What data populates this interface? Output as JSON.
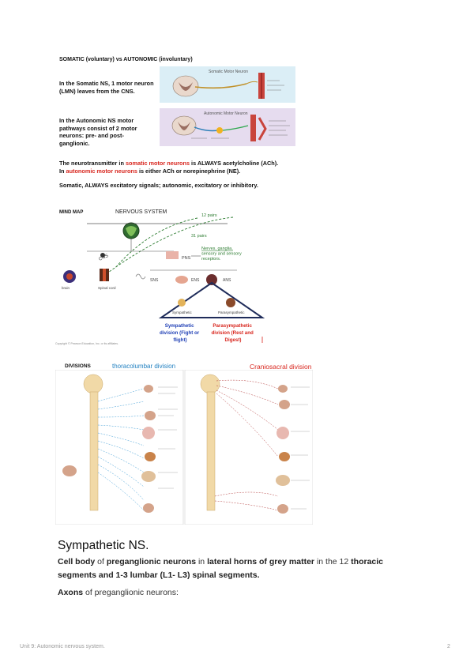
{
  "intro": {
    "title": "SOMATIC (voluntary) vs AUTONOMIC (involuntary)",
    "somatic_note": "In the Somatic NS, 1 motor neuron (LMN) leaves from the CNS.",
    "autonomic_note": "In the Autonomic NS motor pathways consist of 2 motor neurons: pre- and post-ganglionic.",
    "fig_somatic_title": "Somatic Motor Neuron",
    "fig_autonomic_title": "Autonomic Motor Neuron"
  },
  "neurotransmitter": {
    "part1": "The neurotransmitter in ",
    "somatic_term": "somatic motor neurons",
    "part2": " is ALWAYS acetylcholine (ACh).",
    "line2_part1": "In ",
    "autonomic_term": "autonomic motor neurons",
    "line2_part2": " is either ACh or norepinephrine (NE)."
  },
  "signals_line": "Somatic, ALWAYS excitatory signals; autonomic, excitatory or inhibitory.",
  "mindmap": {
    "label": "MIND MAP",
    "nervous_system": "NERVOUS SYSTEM",
    "pairs_12": "12 pairs",
    "pairs_31": "31 pairs",
    "cns": "CNS",
    "pns": "PNS",
    "nerves_note": "Nerves, ganglia, sensory and sensory receptors.",
    "brain": "brain",
    "spinal_cord": "Spinal cord",
    "sns": "SNS",
    "ens": "ENS",
    "ans": "ANS",
    "sympathetic_small": "Sympathetic",
    "parasympathetic_small": "Parasympathetic",
    "sympathetic_label": "Sympathetic division (Fight or flight)",
    "parasympathetic_label": "Parasympathetic division (Rest and Digest)",
    "credit": "Copyright © Pearson Education, Inc. or its affiliates."
  },
  "divisions": {
    "label": "DIVISIONS",
    "thoracolumbar": "thoracolumbar division",
    "craniosacral": "Craniosacral division"
  },
  "section": {
    "title": "Sympathetic NS.",
    "para1": {
      "p1": "Cell body",
      "p2": " of ",
      "p3": "preganglionic neurons",
      "p4": " in ",
      "p5": "lateral horns of grey matter",
      "p6": " in the 12 ",
      "p7": "thoracic segments and 1-3 lumbar (L1- L3) spinal segments."
    },
    "para2": {
      "p1": "Axons",
      "p2": " of preganglionic neurons:"
    }
  },
  "footer": {
    "left": "Unit 9: Autonomic nervous system.",
    "page": "2"
  },
  "colors": {
    "accent_red": "#d8261e",
    "accent_blue": "#1f3fb5",
    "green_text": "#2e7d32"
  }
}
